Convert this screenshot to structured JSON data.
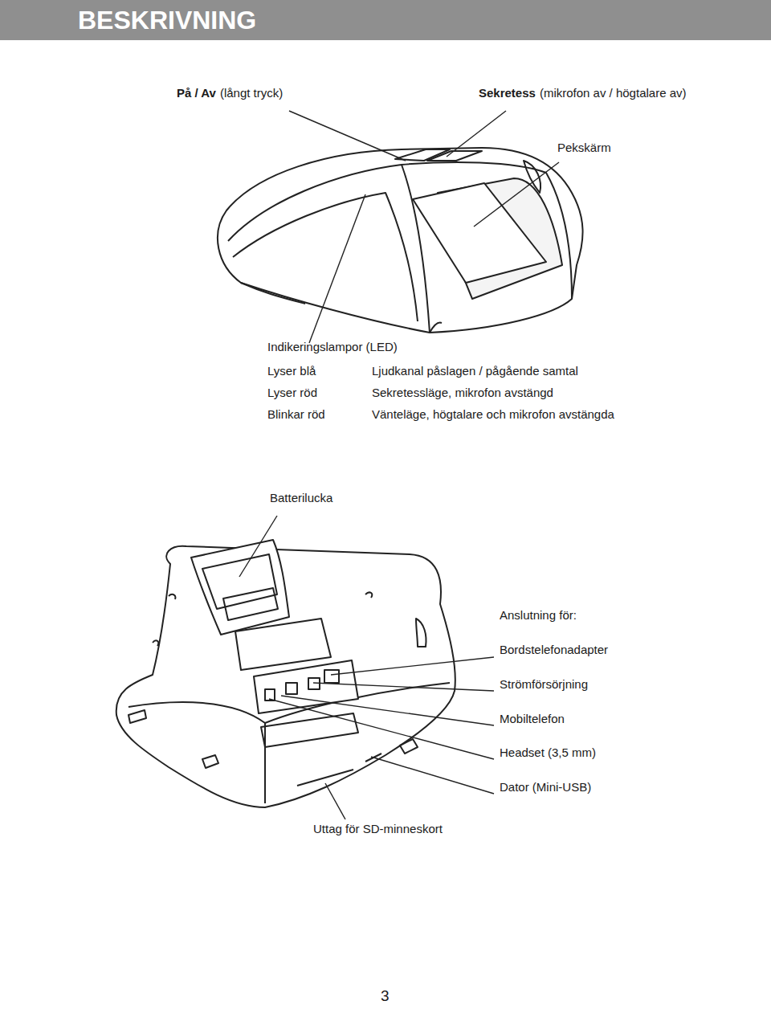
{
  "diagram": {
    "title": "BESKRIVNING",
    "labels": [
      "På / Av",
      "(långt tryck)",
      "Sekretess",
      "(mikrofon av / högtalare av)",
      "Pekskärm",
      "Indikeringslampor (LED)",
      "Lyser blå",
      "Ljudkanal påslagen / pågående samtal",
      "Lyser röd",
      "Sekretessläge, mikrofon avstängd",
      "Blinkar röd",
      "Vänteläge, högtalare och mikrofon avstängda",
      "Batterilucka",
      "Anslutning för:",
      "Bordstelefonadapter",
      "Strömförsörjning",
      "Mobiltelefon",
      "Headset (3,5 mm)",
      "Dator (Mini-USB)",
      "Uttag för SD-minneskort",
      "3"
    ]
  }
}
